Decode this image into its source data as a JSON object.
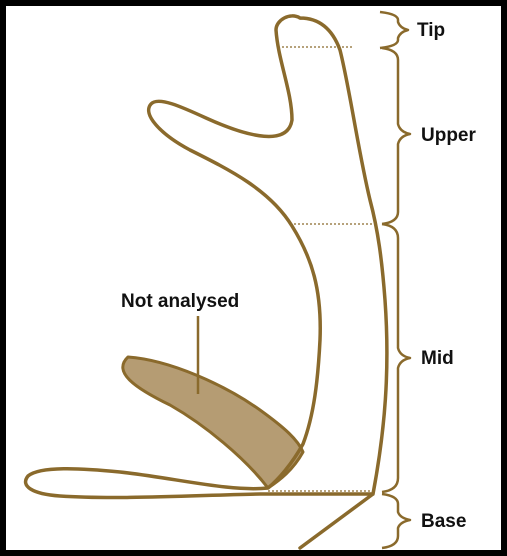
{
  "diagram": {
    "labels": {
      "tip": "Tip",
      "upper": "Upper",
      "mid": "Mid",
      "base": "Base",
      "not_analysed": "Not analysed"
    },
    "colors": {
      "outline": "#8a6a2c",
      "shaded_region": "#b59c73",
      "brace": "#8a6a2c",
      "divider": "#8a6a2c",
      "frame": "#000000",
      "text": "#111111"
    }
  }
}
